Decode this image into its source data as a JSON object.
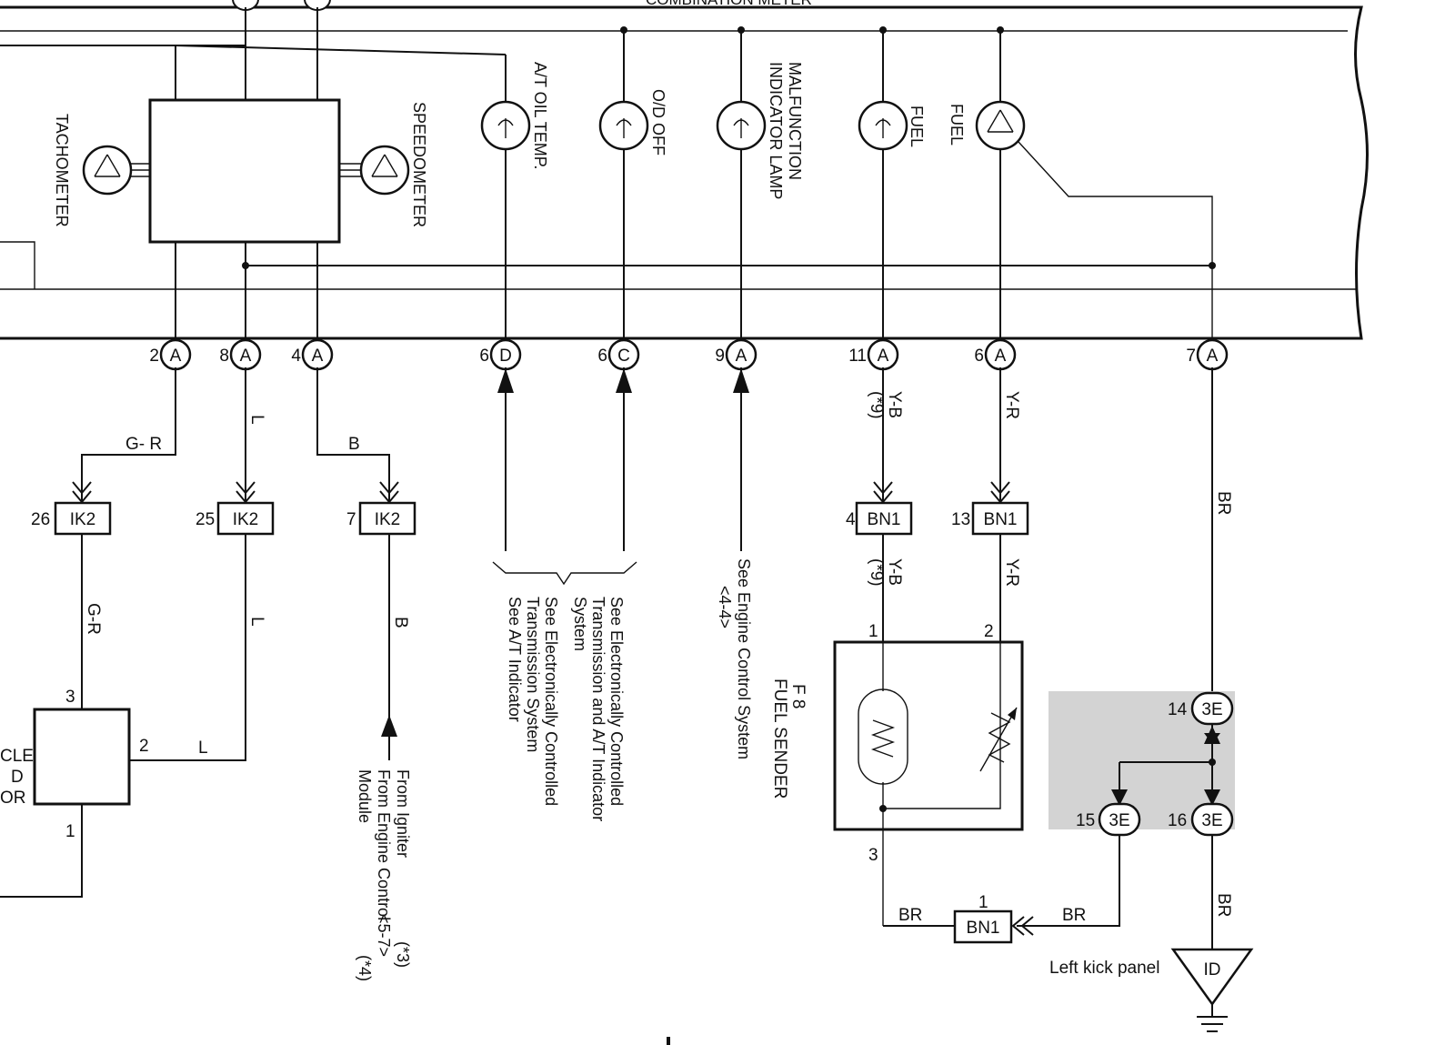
{
  "header": {
    "meter_title": "COMBINATION METER"
  },
  "gauges": {
    "tachometer": "TACHOMETER",
    "speedometer": "SPEEDOMETER",
    "fuel_gauge": "FUEL"
  },
  "indicators": {
    "at_oil_temp": "A/T OIL TEMP.",
    "od_off": "O/D OFF",
    "mil_line1": "MALFUNCTION",
    "mil_line2": "INDICATOR LAMP",
    "fuel_warning": "FUEL"
  },
  "meter_pins": [
    {
      "pin": "2",
      "conn": "A"
    },
    {
      "pin": "8",
      "conn": "A"
    },
    {
      "pin": "4",
      "conn": "A"
    },
    {
      "pin": "6",
      "conn": "D"
    },
    {
      "pin": "6",
      "conn": "C"
    },
    {
      "pin": "9",
      "conn": "A"
    },
    {
      "pin": "11",
      "conn": "A"
    },
    {
      "pin": "6",
      "conn": "A"
    },
    {
      "pin": "7",
      "conn": "A"
    }
  ],
  "wire_colors": {
    "gr": "G- R",
    "gr2": "G-R",
    "l": "L",
    "b": "B",
    "yb": "Y-B",
    "yr": "Y-R",
    "br": "BR",
    "note9": "(*9)"
  },
  "junctions": {
    "ik2": "IK2",
    "ik2_pins": [
      "26",
      "25",
      "7"
    ],
    "bn1": "BN1",
    "bn1_pins": [
      "4",
      "13",
      "1"
    ],
    "j3e": "3E",
    "j3e_pins": [
      "14",
      "15",
      "16"
    ]
  },
  "vss": {
    "label_lines": [
      "CLE",
      "D",
      "OR"
    ],
    "pins": [
      "3",
      "2",
      "1"
    ]
  },
  "fuel_sender": {
    "code": "F 8",
    "name": "FUEL SENDER",
    "pins": [
      "1",
      "2",
      "3"
    ]
  },
  "notes": {
    "igniter": [
      "From Igniter",
      "From Engine Control",
      "Module"
    ],
    "igniter_ref": [
      "(*3)",
      "<5-7>",
      "(*4)"
    ],
    "at_system": [
      "See Electronically Controlled",
      "Transmission and A/T Indicator",
      "System",
      "See Electronically Controlled",
      "Transmission System",
      "See A/T Indicator"
    ],
    "engine_control": [
      "See Engine Control System",
      "<4-4>"
    ]
  },
  "ground": {
    "location": "Left kick panel",
    "code": "ID"
  },
  "colors": {
    "ink": "#111111",
    "shade": "#d3d3d3",
    "paper": "#ffffff"
  }
}
